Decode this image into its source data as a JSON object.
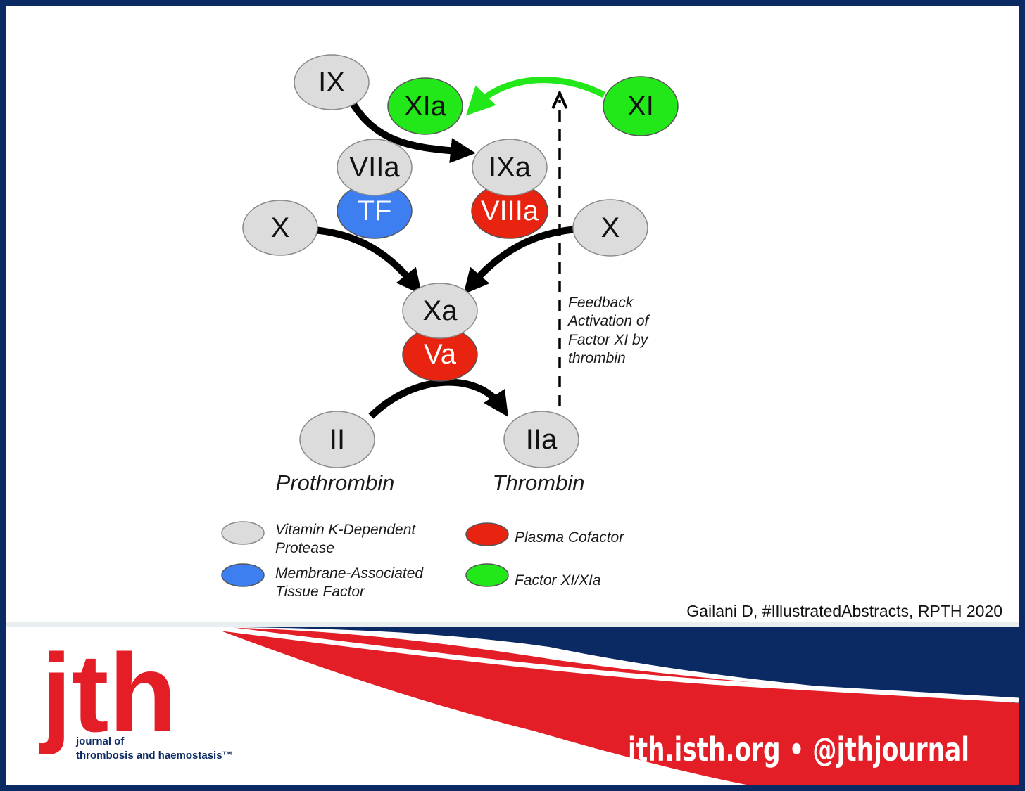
{
  "nodes": {
    "ix": "IX",
    "xia": "XIa",
    "xi": "XI",
    "viia": "VIIa",
    "tf": "TF",
    "ixa": "IXa",
    "viiia": "VIIIa",
    "x_left": "X",
    "x_right": "X",
    "xa": "Xa",
    "va": "Va",
    "ii": "II",
    "iia": "IIa"
  },
  "labels": {
    "prothrombin": "Prothrombin",
    "thrombin": "Thrombin",
    "feedback": [
      "Feedback",
      "Activation of",
      "Factor XI by",
      "thrombin"
    ]
  },
  "legend": {
    "vk_protease": [
      "Vitamin K-Dependent",
      "Protease"
    ],
    "membrane_tf": [
      "Membrane-Associated",
      "Tissue Factor"
    ],
    "plasma_cofactor": "Plasma Cofactor",
    "factor_xi": "Factor XI/XIa"
  },
  "credit": "Gailani D, #IllustratedAbstracts, RPTH 2020",
  "footer": {
    "logo_letters": "jth",
    "logo_line1": "journal of",
    "logo_line2": "thrombosis and haemostasis™",
    "url_handle": "jth.isth.org • @jthjournal"
  },
  "colors": {
    "protease_gray": "#dcdcdc",
    "tissue_factor_blue": "#3d7ff0",
    "cofactor_red": "#e8230f",
    "factor_xi_green": "#22e81a",
    "brand_navy": "#0b2a63",
    "brand_red": "#e41e26"
  }
}
